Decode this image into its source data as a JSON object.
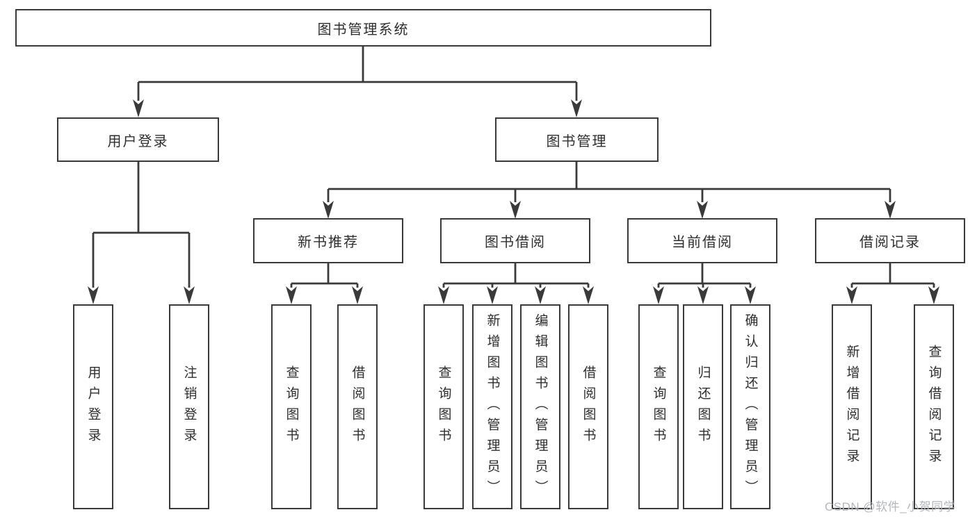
{
  "tree": {
    "label": "图书管理系统",
    "children": [
      {
        "label": "用户登录",
        "children": [
          {
            "label": "用户登录"
          },
          {
            "label": "注销登录"
          }
        ]
      },
      {
        "label": "图书管理",
        "children": [
          {
            "label": "新书推荐",
            "children": [
              {
                "label": "查询图书"
              },
              {
                "label": "借阅图书"
              }
            ]
          },
          {
            "label": "图书借阅",
            "children": [
              {
                "label": "查询图书"
              },
              {
                "label": "新增图书（管理员）"
              },
              {
                "label": "编辑图书（管理员）"
              },
              {
                "label": "借阅图书"
              }
            ]
          },
          {
            "label": "当前借阅",
            "children": [
              {
                "label": "查询图书"
              },
              {
                "label": "归还图书"
              },
              {
                "label": "确认归还（管理员）"
              }
            ]
          },
          {
            "label": "借阅记录",
            "children": [
              {
                "label": "新增借阅记录"
              },
              {
                "label": "查询借阅记录"
              }
            ]
          }
        ]
      }
    ]
  },
  "watermark": {
    "text": "CSDN @软件_小贺同学"
  },
  "colors": {
    "line": "#3a3a3a",
    "text": "#2e2e2e",
    "background": "#ffffff",
    "watermark": "#b3b6ba"
  }
}
